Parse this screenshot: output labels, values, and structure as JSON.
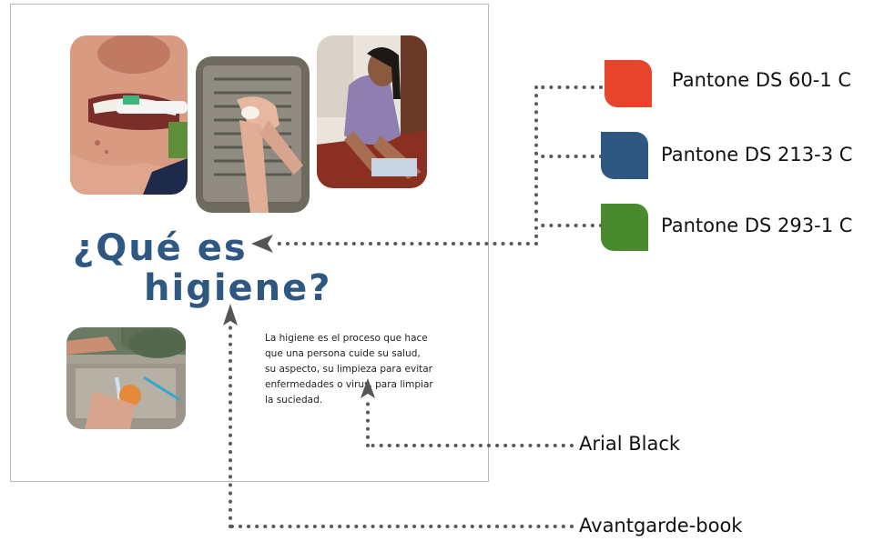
{
  "title": {
    "line1": "¿Qué es",
    "line2": "higiene?"
  },
  "body_lines": [
    "La higiene es el proceso que hace",
    "que una persona cuide su salud,",
    "su aspecto, su limpieza para evitar",
    "enfermedades o virus, para limpiar",
    "la suciedad."
  ],
  "swatches": [
    {
      "label": "Pantone DS 60-1 C",
      "color": "#e8442b"
    },
    {
      "label": "Pantone DS 213-3 C",
      "color": "#2e5882"
    },
    {
      "label": "Pantone DS 293-1 C",
      "color": "#4a8a2e"
    }
  ],
  "annotations": {
    "body_font": "Arial Black",
    "title_font": "Avantgarde-book"
  },
  "photos": [
    {
      "subject": "toothbrushing-photo"
    },
    {
      "subject": "handwashing-photo"
    },
    {
      "subject": "woman-washing-photo"
    },
    {
      "subject": "fruit-washing-photo"
    }
  ]
}
